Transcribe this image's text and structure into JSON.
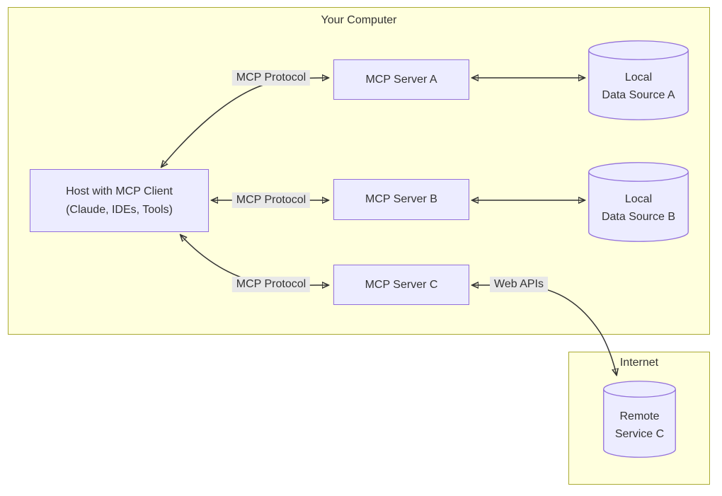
{
  "diagram": {
    "clusters": {
      "computer": {
        "title": "Your Computer"
      },
      "internet": {
        "title": "Internet"
      }
    },
    "nodes": {
      "host": {
        "line1": "Host with MCP Client",
        "line2": "(Claude, IDEs, Tools)"
      },
      "server_a": {
        "label": "MCP Server A"
      },
      "server_b": {
        "label": "MCP Server B"
      },
      "server_c": {
        "label": "MCP Server C"
      },
      "ds_a": {
        "line1": "Local",
        "line2": "Data Source A"
      },
      "ds_b": {
        "line1": "Local",
        "line2": "Data Source B"
      },
      "remote_c": {
        "line1": "Remote",
        "line2": "Service C"
      }
    },
    "edge_labels": {
      "mcp_protocol_a": "MCP Protocol",
      "mcp_protocol_b": "MCP Protocol",
      "mcp_protocol_c": "MCP Protocol",
      "web_apis": "Web APIs"
    },
    "edges": [
      {
        "from": "host",
        "to": "server_a",
        "label": "MCP Protocol",
        "bidirectional": true
      },
      {
        "from": "host",
        "to": "server_b",
        "label": "MCP Protocol",
        "bidirectional": true
      },
      {
        "from": "host",
        "to": "server_c",
        "label": "MCP Protocol",
        "bidirectional": true
      },
      {
        "from": "server_a",
        "to": "ds_a",
        "label": "",
        "bidirectional": true
      },
      {
        "from": "server_b",
        "to": "ds_b",
        "label": "",
        "bidirectional": true
      },
      {
        "from": "server_c",
        "to": "remote_c",
        "label": "Web APIs",
        "bidirectional": true
      }
    ],
    "colors": {
      "cluster_fill": "#ffffde",
      "cluster_border": "#aaaa33",
      "node_fill": "#ececff",
      "node_border": "#9370db",
      "edge_label_bg": "#e8e8e8",
      "edge_stroke": "#333333",
      "text": "#333333",
      "page_bg": "#ffffff"
    }
  }
}
